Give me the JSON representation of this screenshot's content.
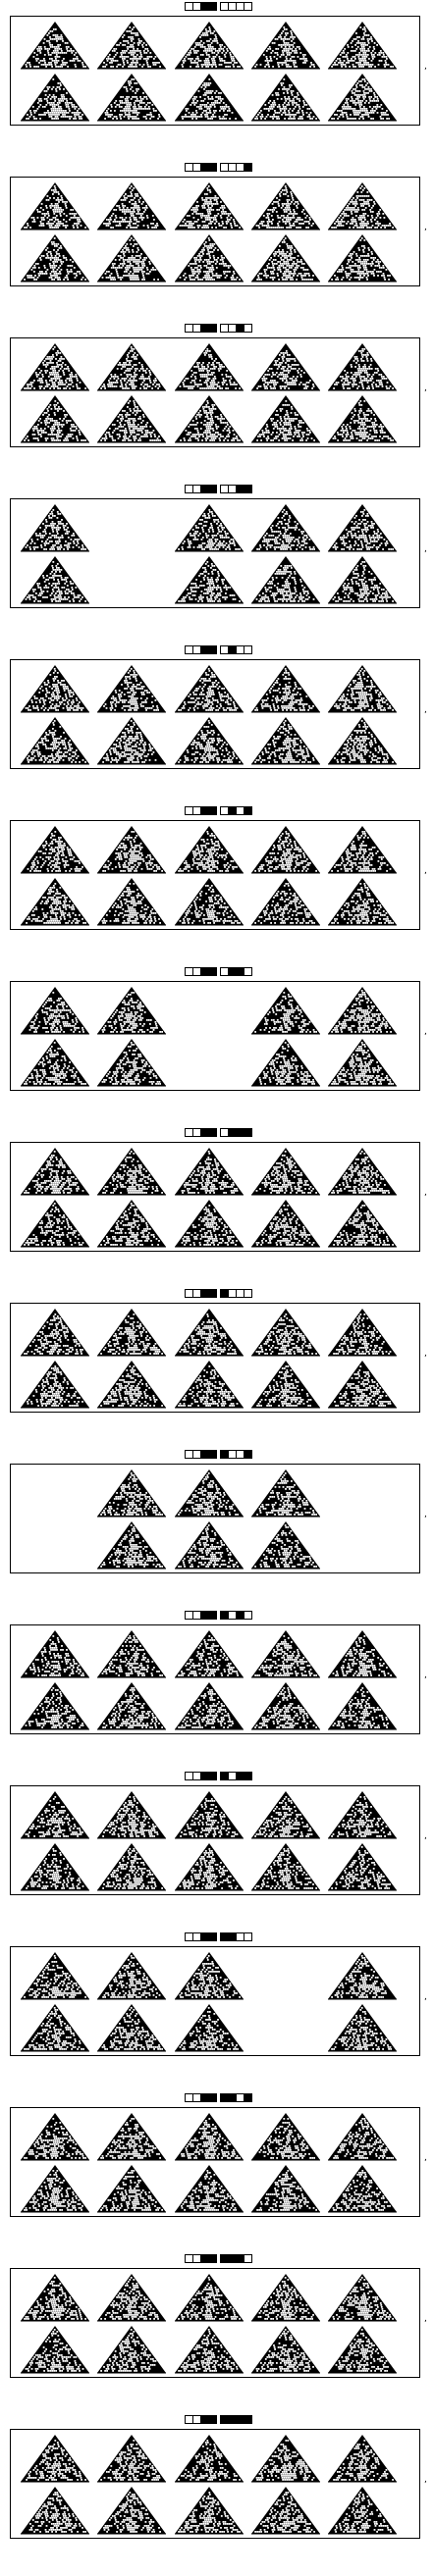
{
  "figure": {
    "rule_prefix": [
      0,
      0,
      1,
      1
    ],
    "separator": ",",
    "sections": [
      {
        "suffix": [
          0,
          0,
          0,
          0
        ],
        "columns_present": [
          1,
          1,
          1,
          1,
          1
        ],
        "variant": 0
      },
      {
        "suffix": [
          0,
          0,
          0,
          1
        ],
        "columns_present": [
          1,
          1,
          1,
          1,
          1
        ],
        "variant": 1
      },
      {
        "suffix": [
          0,
          0,
          1,
          0
        ],
        "columns_present": [
          1,
          1,
          1,
          1,
          1
        ],
        "variant": 2
      },
      {
        "suffix": [
          0,
          0,
          1,
          1
        ],
        "columns_present": [
          1,
          0,
          1,
          1,
          1
        ],
        "variant": 3
      },
      {
        "suffix": [
          0,
          1,
          0,
          0
        ],
        "columns_present": [
          1,
          1,
          1,
          1,
          1
        ],
        "variant": 4
      },
      {
        "suffix": [
          0,
          1,
          0,
          1
        ],
        "columns_present": [
          1,
          1,
          1,
          1,
          1
        ],
        "variant": 5
      },
      {
        "suffix": [
          0,
          1,
          1,
          0
        ],
        "columns_present": [
          1,
          1,
          0,
          1,
          1
        ],
        "variant": 6
      },
      {
        "suffix": [
          0,
          1,
          1,
          1
        ],
        "columns_present": [
          1,
          1,
          1,
          1,
          1
        ],
        "variant": 7
      },
      {
        "suffix": [
          1,
          0,
          0,
          0
        ],
        "columns_present": [
          1,
          1,
          1,
          1,
          1
        ],
        "variant": 8
      },
      {
        "suffix": [
          1,
          0,
          0,
          1
        ],
        "columns_present": [
          0,
          1,
          1,
          1,
          0
        ],
        "variant": 9
      },
      {
        "suffix": [
          1,
          0,
          1,
          0
        ],
        "columns_present": [
          1,
          1,
          1,
          1,
          1
        ],
        "variant": 10
      },
      {
        "suffix": [
          1,
          0,
          1,
          1
        ],
        "columns_present": [
          1,
          1,
          1,
          1,
          1
        ],
        "variant": 11
      },
      {
        "suffix": [
          1,
          1,
          0,
          0
        ],
        "columns_present": [
          1,
          1,
          1,
          0,
          1
        ],
        "variant": 12
      },
      {
        "suffix": [
          1,
          1,
          0,
          1
        ],
        "columns_present": [
          1,
          1,
          1,
          1,
          1
        ],
        "variant": 13
      },
      {
        "suffix": [
          1,
          1,
          1,
          0
        ],
        "columns_present": [
          1,
          1,
          1,
          1,
          1
        ],
        "variant": 14
      },
      {
        "suffix": [
          1,
          1,
          1,
          1
        ],
        "columns_present": [
          1,
          1,
          1,
          1,
          1
        ],
        "variant": 15
      }
    ]
  }
}
